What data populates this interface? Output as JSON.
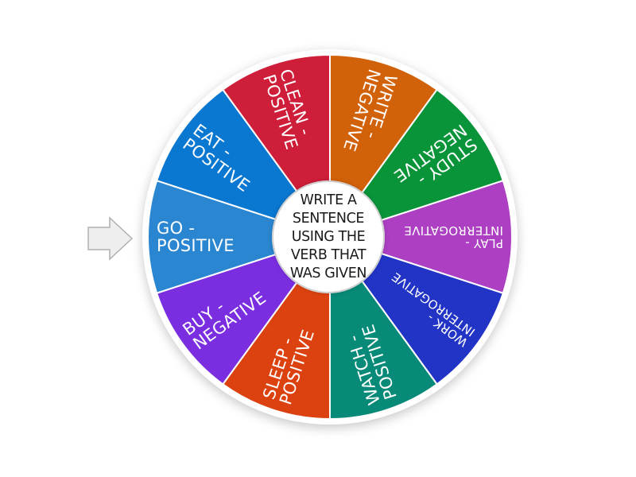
{
  "wheel": {
    "center_text_lines": [
      "WRITE A",
      "SENTENCE",
      "USING THE",
      "VERB THAT",
      "WAS GIVEN"
    ],
    "segments": [
      {
        "label_lines": [
          "GO -",
          "POSITIVE"
        ],
        "color": "#2a86d0",
        "angle": 180
      },
      {
        "label_lines": [
          "EAT -",
          "POSITIVE"
        ],
        "color": "#0a78d0",
        "angle": 216
      },
      {
        "label_lines": [
          "CLEAN -",
          "POSITIVE"
        ],
        "color": "#cf1e39",
        "angle": 252
      },
      {
        "label_lines": [
          "WRITE -",
          "NEGATIVE"
        ],
        "color": "#d2620a",
        "angle": 288
      },
      {
        "label_lines": [
          "STUDY -",
          "NEGATIVE"
        ],
        "color": "#0a943a",
        "angle": 324
      },
      {
        "label_lines": [
          "PLAY -",
          "INTERROGATIVE"
        ],
        "color": "#ac3fc2",
        "angle": 0
      },
      {
        "label_lines": [
          "WORK -",
          "INTERROGATIVE"
        ],
        "color": "#2234c6",
        "angle": 36
      },
      {
        "label_lines": [
          "WATCH -",
          "POSITIVE"
        ],
        "color": "#078a78",
        "angle": 72
      },
      {
        "label_lines": [
          "SLEEP -",
          "POSITIVE"
        ],
        "color": "#dc4210",
        "angle": 108
      },
      {
        "label_lines": [
          "BUY -",
          "NEGATIVE"
        ],
        "color": "#7a2ee0",
        "angle": 144
      }
    ]
  },
  "pointer": {
    "icon": "arrow-right-icon",
    "fill": "#eeeeee",
    "stroke": "#b0b0b0"
  }
}
